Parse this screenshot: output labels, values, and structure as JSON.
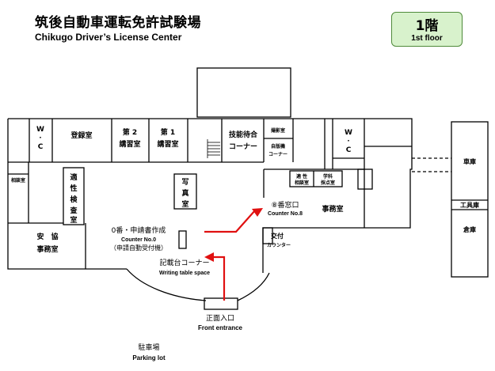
{
  "header": {
    "title_ja": "筑後自動車運転免許試験場",
    "title_en": "Chikugo Driver’s License Center"
  },
  "floor": {
    "label_ja": "1階",
    "label_en": "1st floor"
  },
  "rooms": {
    "wc_left_w": "W",
    "wc_left_dot": "・",
    "wc_left_c": "C",
    "registration": "登録室",
    "lecture2": [
      "第 2",
      "講習室"
    ],
    "lecture1": [
      "第 1",
      "講習室"
    ],
    "skill_waiting": [
      "技能待合",
      "コーナー"
    ],
    "small_a": "撮影室",
    "small_b": [
      "自版機",
      "コーナー"
    ],
    "wc_right_w": "W",
    "wc_right_dot": "・",
    "wc_right_c": "C",
    "garage": "車庫",
    "tool_storage": "工具庫",
    "warehouse": "倉庫",
    "consult": "相談室",
    "aptitude": [
      "適",
      "性",
      "検",
      "査",
      "室"
    ],
    "photo": [
      "写",
      "真",
      "室"
    ],
    "aptitude_consult": [
      "適 性",
      "相談室"
    ],
    "written_scoring": [
      "学科",
      "採点室"
    ],
    "office": "事務室",
    "safety_office": [
      "安　協",
      "事務室"
    ],
    "counter8_ja": "⑧番窓口",
    "counter8_en": "Counter No.8",
    "counter0_ja": "0番・申請書作成",
    "counter0_en": "Counter No.0",
    "counter0_sub": "（申請自動受付機）",
    "delivery": [
      "交付",
      "カウンター"
    ],
    "writing_ja": "記載台コーナー",
    "writing_en": "Writing table space",
    "entrance_ja": "正面入口",
    "entrance_en": "Front entrance",
    "parking_ja": "駐車場",
    "parking_en": "Parking lot"
  },
  "colors": {
    "arrow": "#e01010",
    "badge_fill": "#d8f2cc",
    "badge_border": "#4f8a3a"
  }
}
